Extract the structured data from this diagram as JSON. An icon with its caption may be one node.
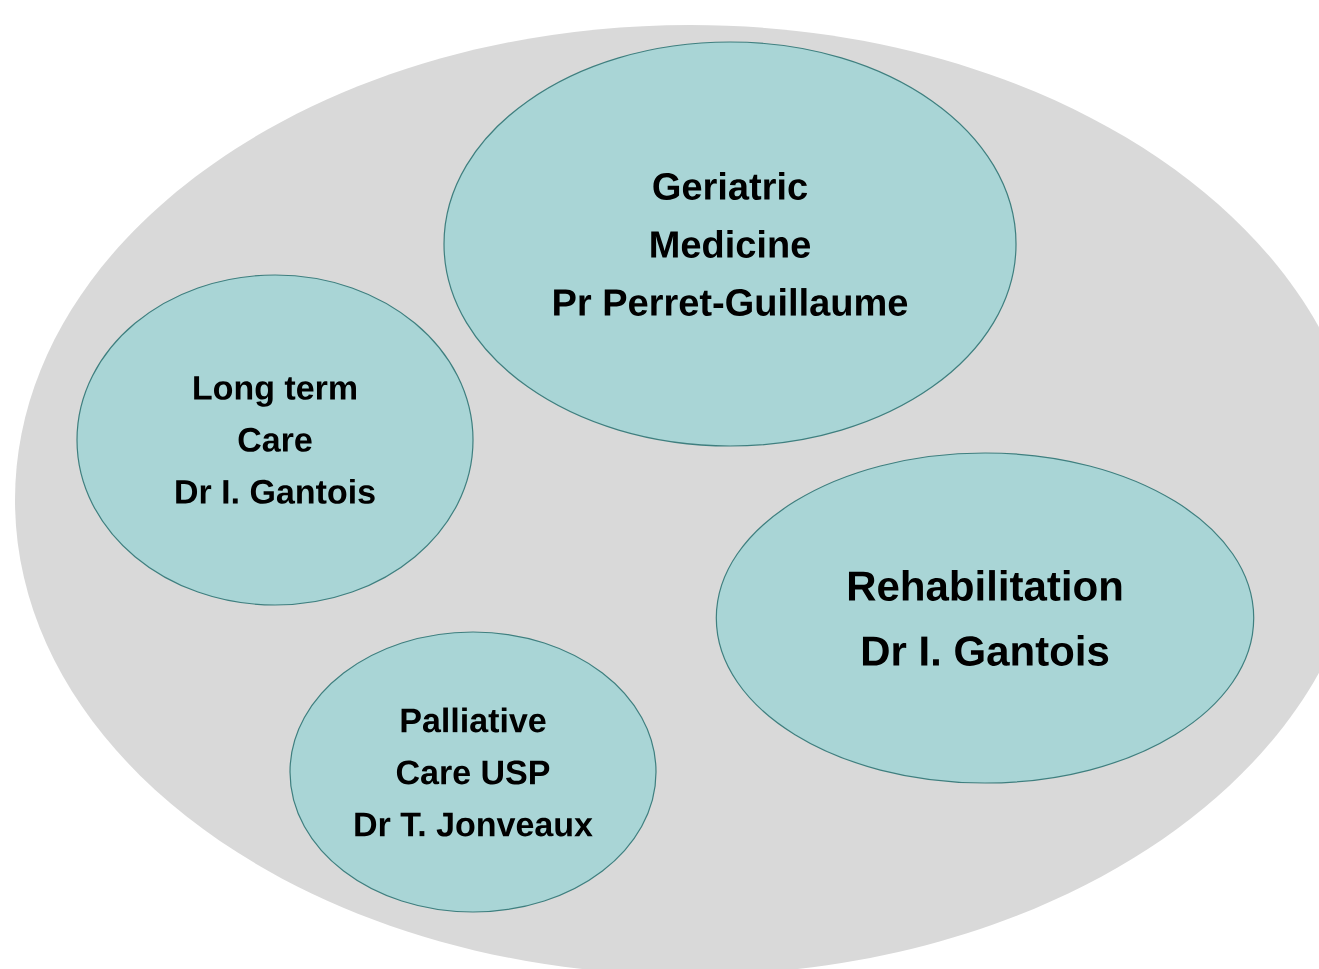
{
  "diagram": {
    "nodes": [
      {
        "text": [],
        "shape": "ellipse"
      },
      {
        "text": [
          "Geriatric Medicine",
          "Pr Perret-Guillaume"
        ],
        "in": 0
      },
      {
        "text": [
          "Long term Care",
          "Dr I. Gantois"
        ],
        "in": 0
      },
      {
        "text": [
          "Rehabilitation",
          "Dr I. Gantois"
        ],
        "in": 0
      },
      {
        "text": [
          "Palliative Care USP",
          "Dr T. Jonveaux"
        ],
        "in": 0
      }
    ]
  }
}
